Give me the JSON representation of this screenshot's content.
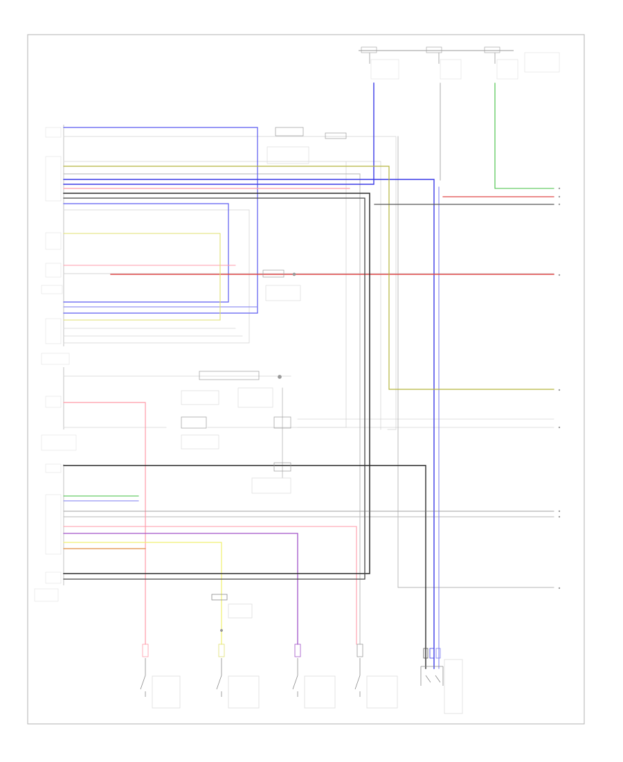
{
  "diagram": {
    "footer_code": "",
    "power_sources": [
      {
        "id": "ps1",
        "label": ""
      },
      {
        "id": "ps2",
        "label": ""
      },
      {
        "id": "ps3",
        "label": ""
      }
    ],
    "components": [
      {
        "id": "power-window-master-switch",
        "label": ""
      },
      {
        "id": "left-front-door-lock-actuator",
        "label": ""
      },
      {
        "id": "door-control-receiver",
        "label": ""
      },
      {
        "id": "main-body-ecu",
        "label": ""
      },
      {
        "id": "right-front-door-courtesy-switch",
        "label": ""
      },
      {
        "id": "left-front-door-courtesy-switch",
        "label": ""
      },
      {
        "id": "right-rear-door-courtesy-switch",
        "label": ""
      },
      {
        "id": "left-rear-door-courtesy-switch",
        "label": ""
      },
      {
        "id": "door-key-lock-switch",
        "label": ""
      }
    ],
    "colors": {
      "blue": "#3a3ae6",
      "red": "#e04848",
      "pink": "#ff9aa8",
      "green": "#3fbf3f",
      "yellow": "#e0e070",
      "olive": "#b4b43c",
      "violet": "#a050c8",
      "orange": "#e08a3c",
      "black": "#2a2a2a",
      "gray": "#a8a8a8",
      "lightgray": "#d4d4d4",
      "frame": "#b0b0b0"
    }
  }
}
